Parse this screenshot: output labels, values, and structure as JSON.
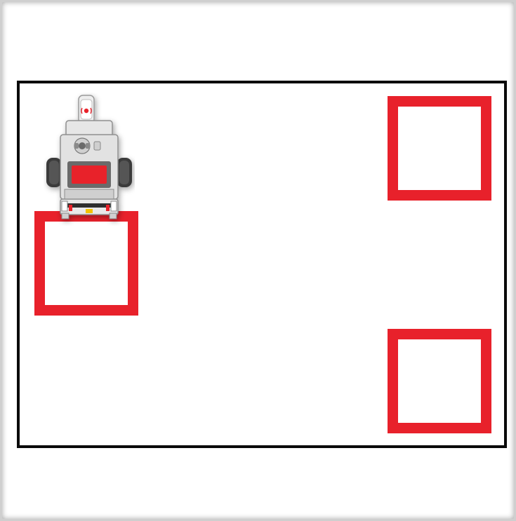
{
  "scene": {
    "arena_border_color": "#0a0a0a",
    "zone_color": "#e8212b",
    "zones": [
      {
        "id": "left"
      },
      {
        "id": "top-right"
      },
      {
        "id": "bottom-right"
      }
    ],
    "robot": {
      "icon": "ev3-robot-icon",
      "body_color": "#e6e6e6",
      "screen_color": "#e8212b",
      "wheel_color": "#3a3a3a"
    }
  }
}
